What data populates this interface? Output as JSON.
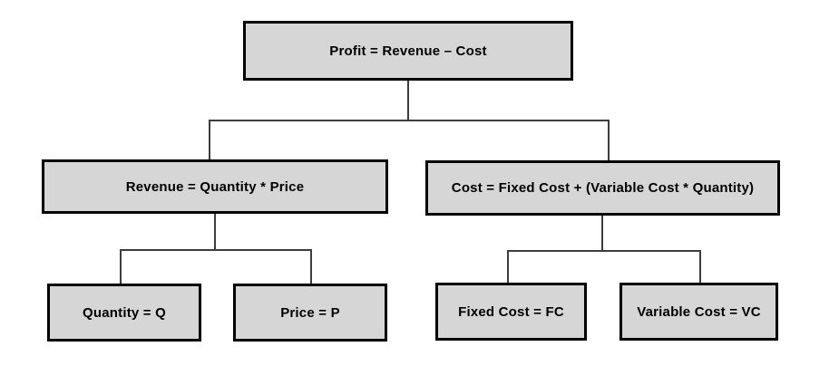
{
  "diagram": {
    "nodes": {
      "profit": {
        "label": "Profit = Revenue – Cost"
      },
      "revenue": {
        "label": "Revenue = Quantity * Price"
      },
      "cost": {
        "label": "Cost = Fixed Cost + (Variable Cost * Quantity)"
      },
      "quantity": {
        "label": "Quantity = Q"
      },
      "price": {
        "label": "Price = P"
      },
      "fixed_cost": {
        "label": "Fixed Cost = FC"
      },
      "variable_cost": {
        "label": "Variable Cost = VC"
      }
    },
    "edges": [
      {
        "from": "profit",
        "to": "revenue"
      },
      {
        "from": "profit",
        "to": "cost"
      },
      {
        "from": "revenue",
        "to": "quantity"
      },
      {
        "from": "revenue",
        "to": "price"
      },
      {
        "from": "cost",
        "to": "fixed_cost"
      },
      {
        "from": "cost",
        "to": "variable_cost"
      }
    ],
    "colors": {
      "node_fill": "#d6d6d6",
      "node_border": "#000000",
      "connector": "#3d3d3d",
      "text": "#000000",
      "background": "#ffffff"
    }
  }
}
